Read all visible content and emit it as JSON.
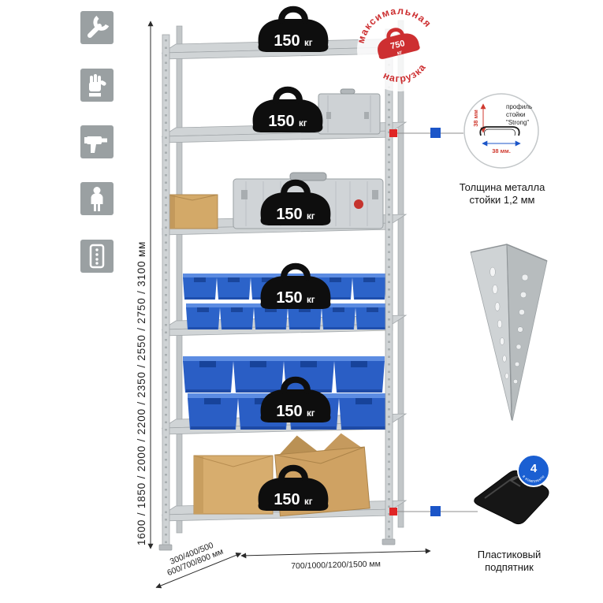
{
  "sidebar": {
    "icons": [
      {
        "name": "wrench"
      },
      {
        "name": "gloves"
      },
      {
        "name": "drill"
      },
      {
        "name": "person"
      },
      {
        "name": "rack-post"
      }
    ]
  },
  "dimensions": {
    "height_label": "1600 / 1850 / 2000 / 2200 / 2350 / 2550 / 2750 / 3100 мм",
    "depth_line1": "300/400/500",
    "depth_line2": "600/700/800 мм",
    "width_label": "700/1000/1200/1500 мм"
  },
  "stamp": {
    "arc_top": "максимальная",
    "arc_bottom": "нагрузка",
    "weight_value": "750",
    "weight_unit": "кг"
  },
  "shelf_loads": [
    {
      "value": "150",
      "unit": "кг"
    },
    {
      "value": "150",
      "unit": "кг"
    },
    {
      "value": "150",
      "unit": "кг"
    },
    {
      "value": "150",
      "unit": "кг"
    },
    {
      "value": "150",
      "unit": "кг"
    },
    {
      "value": "150",
      "unit": "кг"
    }
  ],
  "profile_callout": {
    "dim_vertical": "38 мм",
    "dim_horizontal": "38 мм.",
    "label_line1": "профиль",
    "label_line2": "стойки",
    "label_line3": "\"Strong\"",
    "caption_line1": "Толщина металла",
    "caption_line2": "стойки 1,2 мм"
  },
  "foot_callout": {
    "badge_value": "4",
    "badge_arc": "в комплекте",
    "caption_line1": "Пластиковый",
    "caption_line2": "подпятник"
  }
}
